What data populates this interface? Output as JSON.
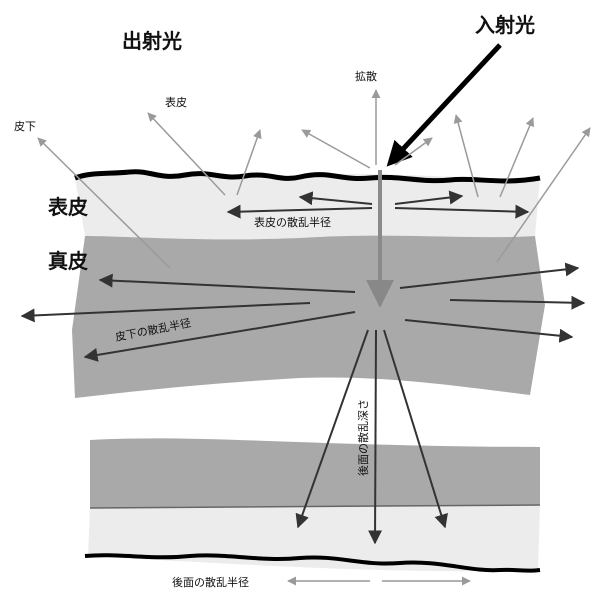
{
  "labels": {
    "exit_light": "出射光",
    "incident_light": "入射光",
    "diffusion": "拡散",
    "epidermis_arrow": "表皮",
    "subcutaneous_arrow": "皮下",
    "epidermis_layer": "表皮",
    "dermis_layer": "真皮",
    "epidermis_radius": "表皮の散乱半径",
    "subsurface_radius": "皮下の散乱半径",
    "back_depth": "後面の散乱深さ",
    "back_radius": "後面の散乱半径"
  },
  "colors": {
    "epidermis": "#ececec",
    "dermis": "#a9a9a9",
    "surface_line": "#000000",
    "scatter_arrow": "#333333",
    "exit_arrow": "#9a9a9a"
  }
}
